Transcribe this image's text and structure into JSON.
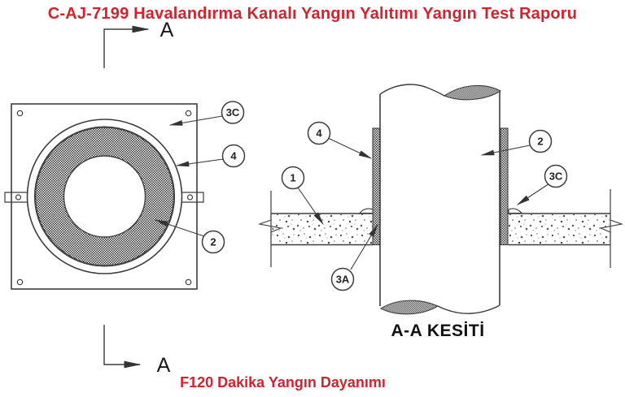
{
  "colors": {
    "accent_red": "#d2232e",
    "line_gray": "#3d3d3d",
    "text_black": "#111111"
  },
  "header": {
    "title": "C-AJ-7199 Havalandırma Kanalı Yangın Yalıtımı Yangın Test Raporu"
  },
  "footer": {
    "title": "F120 Dakika Yangın Dayanımı"
  },
  "section_marker": {
    "letter": "A"
  },
  "front_view": {
    "balloons": {
      "plate": "3C",
      "collar": "4",
      "insulation": "2"
    }
  },
  "section_view": {
    "caption": "A-A KESİTİ",
    "balloons": {
      "collar": "4",
      "duct": "2",
      "sealant_top": "3C",
      "floor_slab": "1",
      "annular_fill": "3A"
    }
  }
}
